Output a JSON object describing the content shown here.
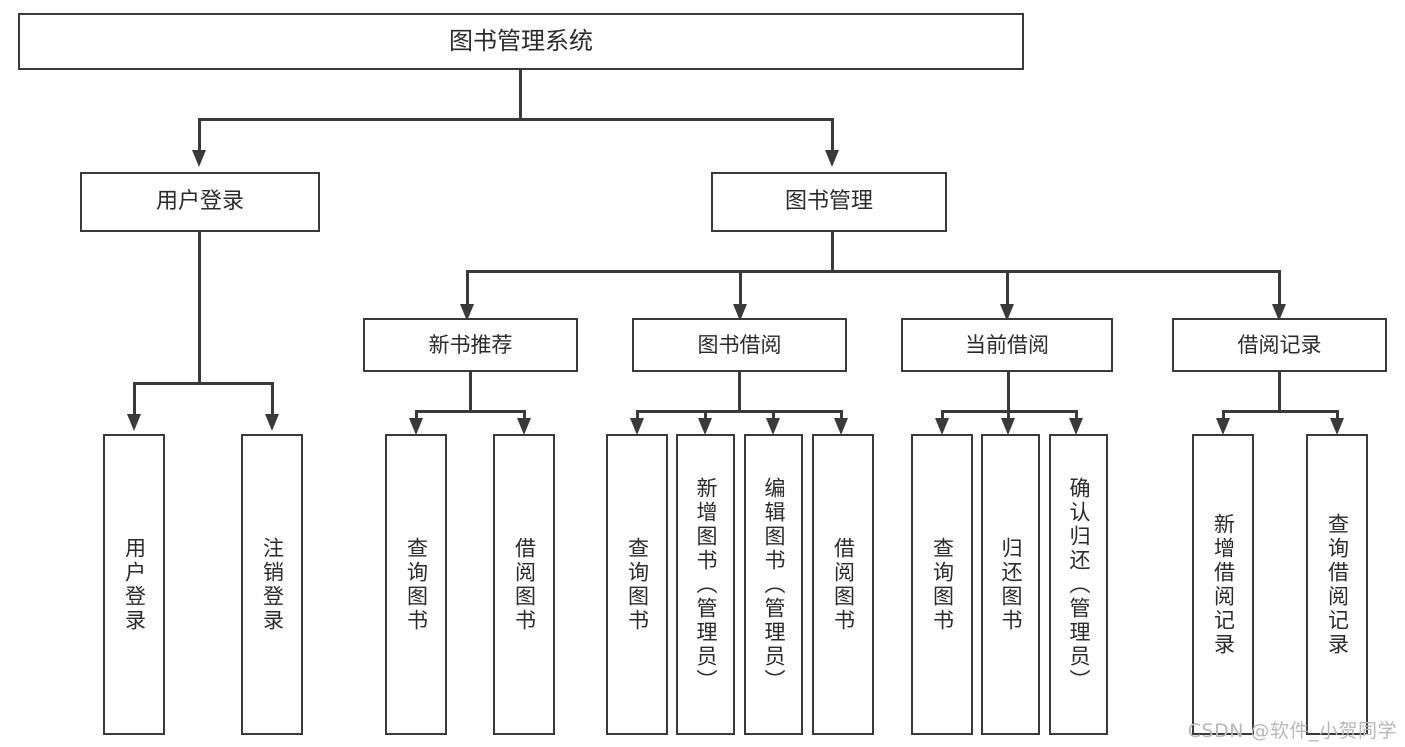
{
  "diagram": {
    "title": "图书管理系统",
    "type": "hierarchy-tree",
    "watermark": "CSDN @软件_小贺同学",
    "colors": {
      "stroke": "#3a3a3a",
      "fill": "#ffffff",
      "text": "#2b2b2b",
      "watermark": "#b8b8b8"
    },
    "root": {
      "label": "图书管理系统"
    },
    "level2": [
      {
        "id": "user-login",
        "label": "用户登录"
      },
      {
        "id": "book-manage",
        "label": "图书管理"
      }
    ],
    "level3": [
      {
        "id": "new-book-rec",
        "label": "新书推荐"
      },
      {
        "id": "book-borrow",
        "label": "图书借阅"
      },
      {
        "id": "current-borrow",
        "label": "当前借阅"
      },
      {
        "id": "borrow-record",
        "label": "借阅记录"
      }
    ],
    "leaves": {
      "user_login": [
        {
          "id": "leaf-user-login",
          "label": "用户登录"
        },
        {
          "id": "leaf-logout",
          "label": "注销登录"
        }
      ],
      "new_book_rec": [
        {
          "id": "leaf-query-book-1",
          "label": "查询图书"
        },
        {
          "id": "leaf-borrow-book-1",
          "label": "借阅图书"
        }
      ],
      "book_borrow": [
        {
          "id": "leaf-query-book-2",
          "label": "查询图书"
        },
        {
          "id": "leaf-add-book",
          "label": "新增图书（管理员）"
        },
        {
          "id": "leaf-edit-book",
          "label": "编辑图书（管理员）"
        },
        {
          "id": "leaf-borrow-book-2",
          "label": "借阅图书"
        }
      ],
      "current_borrow": [
        {
          "id": "leaf-query-book-3",
          "label": "查询图书"
        },
        {
          "id": "leaf-return-book",
          "label": "归还图书"
        },
        {
          "id": "leaf-confirm-return",
          "label": "确认归还（管理员）"
        }
      ],
      "borrow_record": [
        {
          "id": "leaf-add-record",
          "label": "新增借阅记录"
        },
        {
          "id": "leaf-query-record",
          "label": "查询借阅记录"
        }
      ]
    }
  }
}
